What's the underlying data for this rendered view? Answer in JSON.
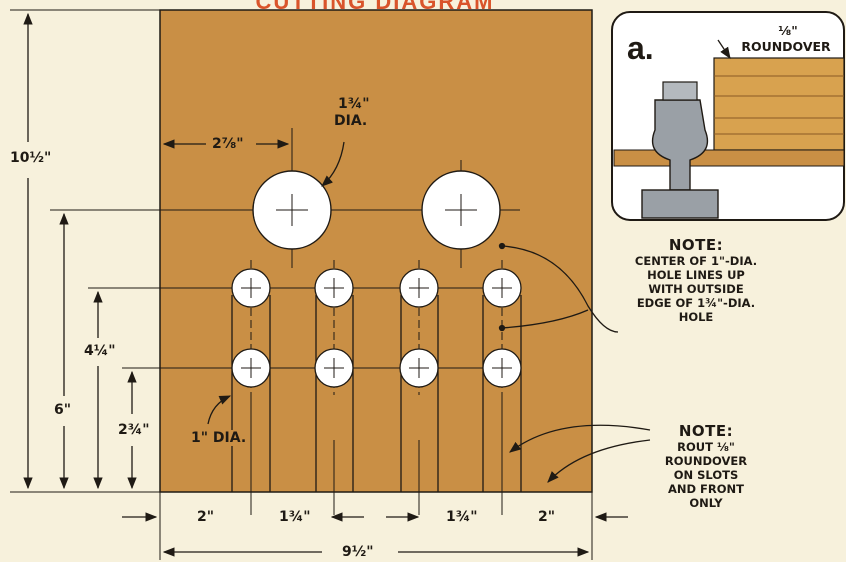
{
  "title": "CUTTING DIAGRAM",
  "panel": {
    "height_label": "10½\"",
    "width_label": "9½\""
  },
  "large_holes": {
    "offset_label": "2⅞\"",
    "diameter_label_line1": "1¾\"",
    "diameter_label_line2": "DIA."
  },
  "small_holes": {
    "diameter_label": "1\" DIA."
  },
  "vertical_dims": {
    "six": "6\"",
    "four_quarter": "4¼\"",
    "two_three_quarter": "2¾\""
  },
  "bottom_dims": {
    "seg1": "2\"",
    "seg2": "1¾\"",
    "seg3": "1¾\"",
    "seg4": "2\""
  },
  "note1": {
    "heading": "NOTE:",
    "lines": [
      "CENTER OF 1\"-DIA.",
      "HOLE LINES UP",
      "WITH OUTSIDE",
      "EDGE OF 1¾\"-DIA.",
      "HOLE"
    ]
  },
  "note2": {
    "heading": "NOTE:",
    "lines": [
      "ROUT ⅛\"",
      "ROUNDOVER",
      "ON SLOTS",
      "AND FRONT",
      "ONLY"
    ]
  },
  "detail": {
    "label": "a.",
    "size": "⅛\"",
    "text": "ROUNDOVER"
  },
  "colors": {
    "panel": "#c98f45",
    "line": "#1f1a14",
    "hole": "#ffffff",
    "title": "#d9542b"
  }
}
